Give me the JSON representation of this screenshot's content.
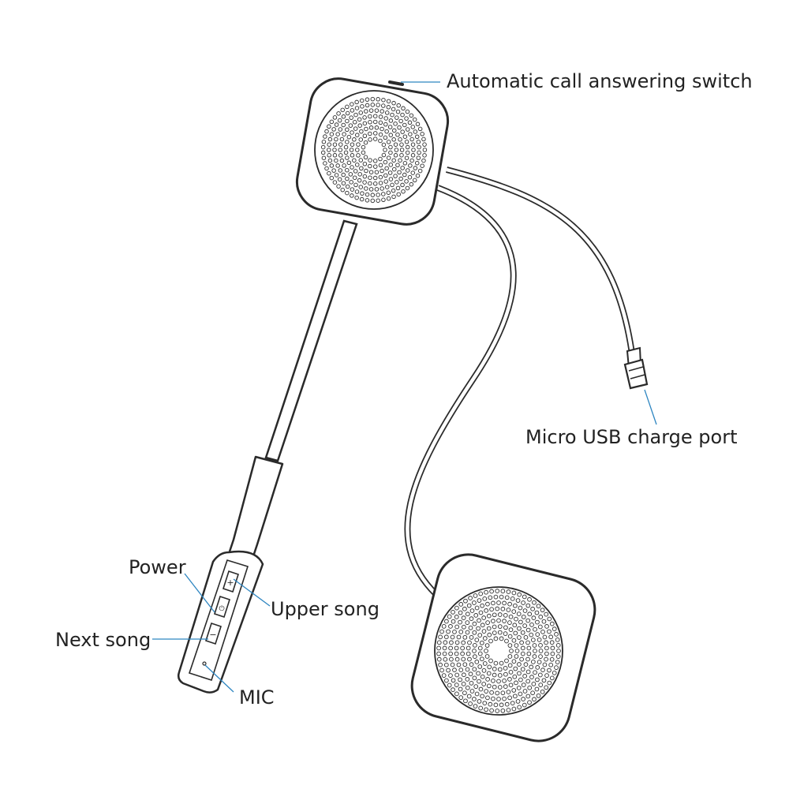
{
  "colors": {
    "outline": "#2a2a2a",
    "leader": "#2e86c1",
    "background": "#ffffff"
  },
  "labels": {
    "call_switch": "Automatic call answering switch",
    "usb_port": "Micro USB charge port",
    "power": "Power",
    "upper_song": "Upper song",
    "next_song": "Next song",
    "mic": "MIC"
  },
  "control_marks": {
    "upper": "+",
    "power": "⏻",
    "next": "−"
  }
}
